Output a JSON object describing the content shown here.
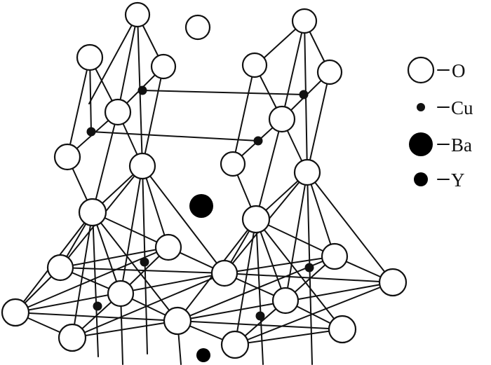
{
  "legend": {
    "o_label": "O",
    "cu_label": "Cu",
    "ba_label": "Ba",
    "y_label": "Y"
  }
}
